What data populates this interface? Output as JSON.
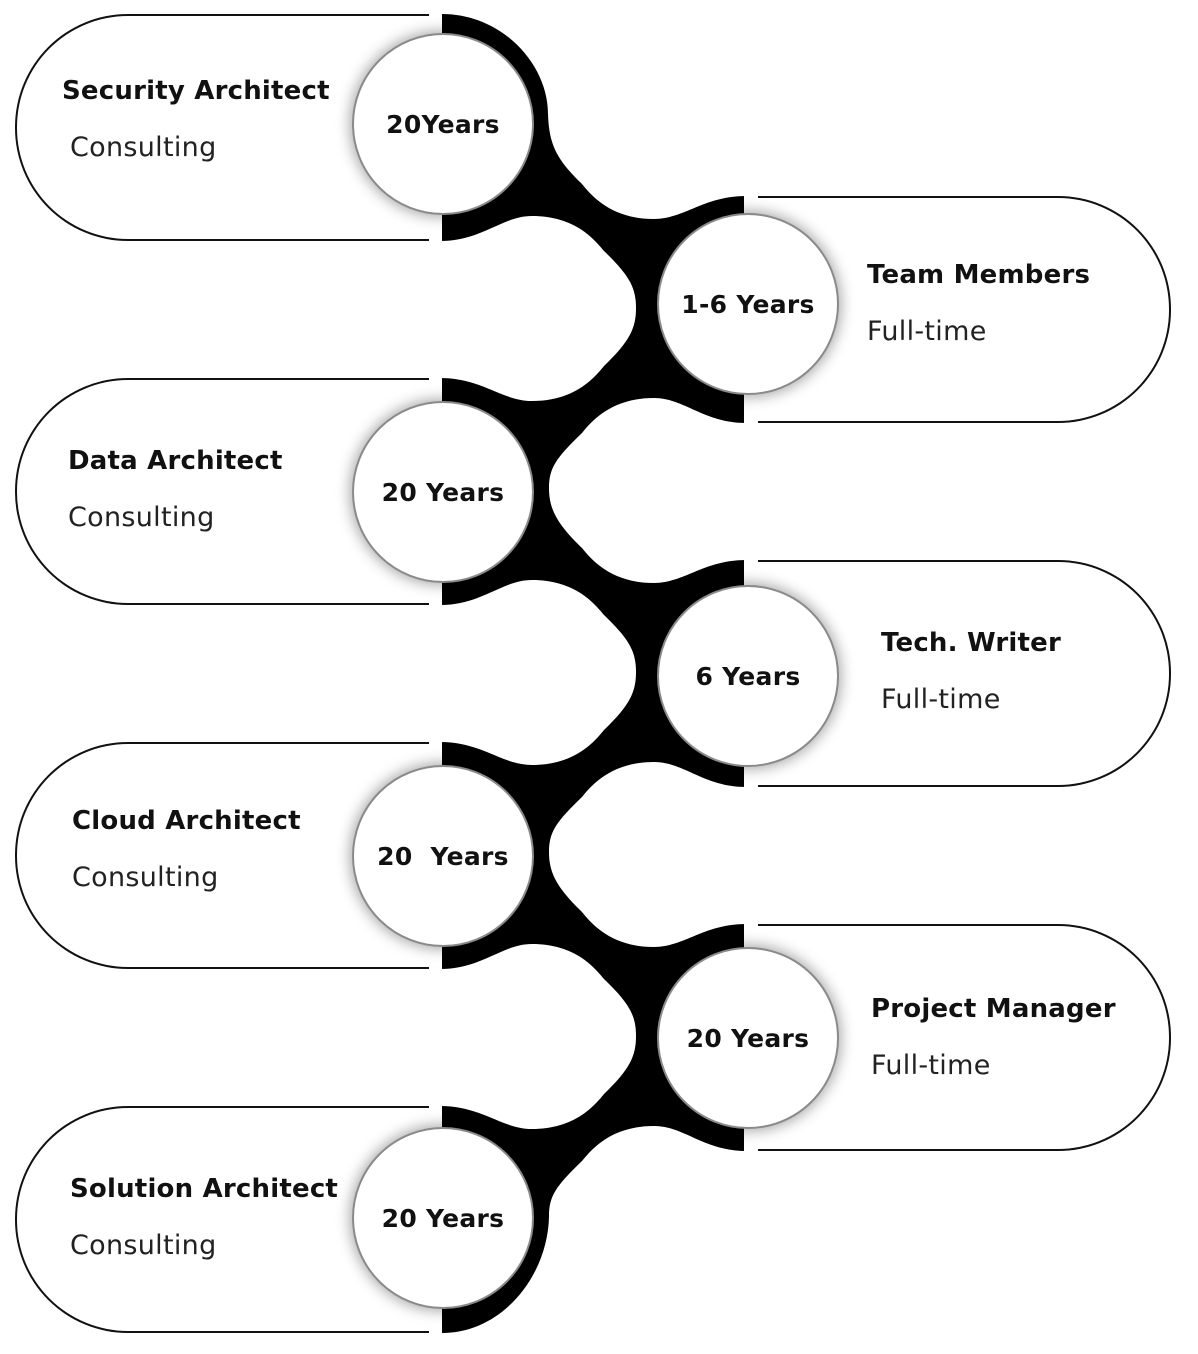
{
  "diagram": {
    "type": "serpentine-timeline",
    "colors": {
      "ribbon": "#000000",
      "card_border": "#111111",
      "background": "#ffffff",
      "title_text": "#111111",
      "subtitle_text": "#222222"
    },
    "items": [
      {
        "side": "left",
        "title": "Security Architect",
        "subtitle": "Consulting",
        "badge": "20Years"
      },
      {
        "side": "right",
        "title": "Team Members",
        "subtitle": "Full-time",
        "badge": "1-6 Years"
      },
      {
        "side": "left",
        "title": "Data Architect",
        "subtitle": "Consulting",
        "badge": "20 Years"
      },
      {
        "side": "right",
        "title": "Tech. Writer",
        "subtitle": "Full-time",
        "badge": "6 Years"
      },
      {
        "side": "left",
        "title": "Cloud Architect",
        "subtitle": "Consulting",
        "badge": "20  Years"
      },
      {
        "side": "right",
        "title": "Project Manager",
        "subtitle": "Full-time",
        "badge": "20 Years"
      },
      {
        "side": "left",
        "title": "Solution Architect",
        "subtitle": "Consulting",
        "badge": "20 Years"
      }
    ]
  }
}
